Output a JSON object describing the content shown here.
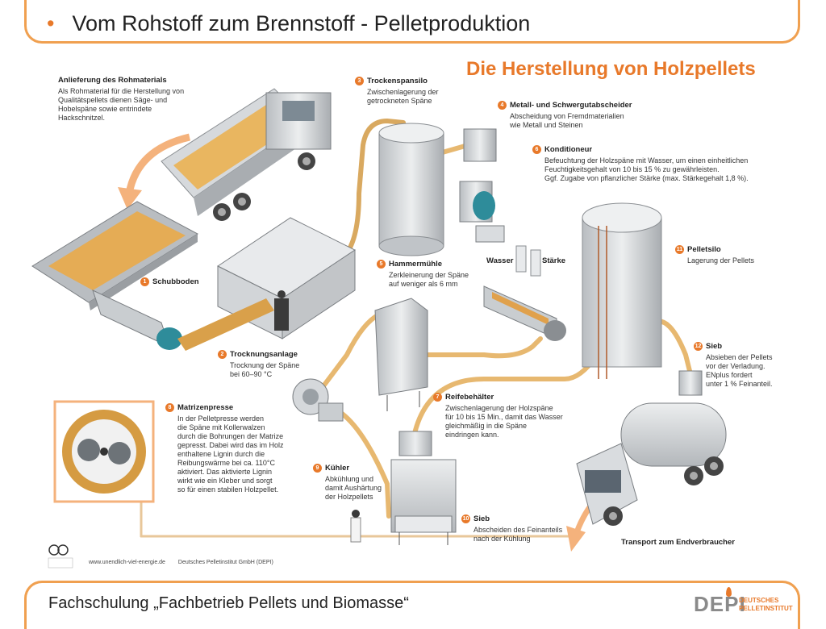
{
  "slide": {
    "title": "Vom Rohstoff zum Brennstoff - Pelletproduktion",
    "footer": "Fachschulung „Fachbetrieb Pellets und Biomasse“",
    "logo_main": "DEPI",
    "logo_sub": [
      "DEUTSCHES",
      "PELLETINSTITUT"
    ]
  },
  "diagram": {
    "heading": "Die Herstellung von Holzpellets",
    "intro": {
      "title": "Anlieferung des Rohmaterials",
      "lines": [
        "Als Rohmaterial für die Herstellung von",
        "Qualitätspellets dienen Säge- und",
        "Hobelspäne sowie entrindete",
        "Hackschnitzel."
      ]
    },
    "steps": [
      {
        "num": "1",
        "title": "Schubboden",
        "lines": []
      },
      {
        "num": "2",
        "title": "Trocknungsanlage",
        "lines": [
          "Trocknung der Späne",
          "bei 60–90 °C"
        ]
      },
      {
        "num": "3",
        "title": "Trockenspansilo",
        "lines": [
          "Zwischenlagerung der",
          "getrockneten Späne"
        ]
      },
      {
        "num": "4",
        "title": "Metall- und Schwergutabscheider",
        "lines": [
          "Abscheidung von Fremdmaterialien",
          "wie Metall und Steinen"
        ]
      },
      {
        "num": "5",
        "title": "Hammermühle",
        "lines": [
          "Zerkleinerung der Späne",
          "auf weniger als 6 mm"
        ]
      },
      {
        "num": "6",
        "title": "Konditioneur",
        "lines": [
          "Befeuchtung der Holzspäne mit Wasser, um einen einheitlichen",
          "Feuchtigkeitsgehalt von 10 bis 15 % zu gewährleisten.",
          "Ggf. Zugabe von pflanzlicher Stärke (max. Stärkegehalt 1,8 %)."
        ]
      },
      {
        "num": "7",
        "title": "Reifebehälter",
        "lines": [
          "Zwischenlagerung der Holzspäne",
          "für 10 bis 15 Min., damit das Wasser",
          "gleichmäßig in die Späne",
          "eindringen kann."
        ]
      },
      {
        "num": "8",
        "title": "Matrizenpresse",
        "lines": [
          "In der Pelletpresse werden",
          "die Späne mit Kollerwalzen",
          "durch die Bohrungen der Matrize",
          "gepresst. Dabei wird das im Holz",
          "enthaltene Lignin durch die",
          "Reibungswärme bei ca. 110°C",
          "aktiviert. Das aktivierte Lignin",
          "wirkt wie ein Kleber und sorgt",
          "so für einen stabilen Holzpellet."
        ]
      },
      {
        "num": "9",
        "title": "Kühler",
        "lines": [
          "Abkühlung und",
          "damit Aushärtung",
          "der Holzpellets"
        ]
      },
      {
        "num": "10",
        "title": "Sieb",
        "lines": [
          "Abscheiden des Feinanteils",
          "nach der Kühlung"
        ]
      },
      {
        "num": "11",
        "title": "Pelletsilo",
        "lines": [
          "Lagerung der Pellets"
        ]
      },
      {
        "num": "12",
        "title": "Sieb",
        "lines": [
          "Absieben der Pellets",
          "vor der Verladung.",
          "ENplus fordert",
          "unter 1 % Feinanteil."
        ]
      }
    ],
    "labels": {
      "wasser": "Wasser",
      "staerke": "Stärke",
      "transport": "Transport zum Endverbraucher"
    },
    "credits": {
      "url": "www.unendlich-viel-energie.de",
      "institute": "Deutsches Pelletinstitut GmbH (DEPI)"
    }
  },
  "colors": {
    "accent": "#e8792a",
    "frame": "#f0a050",
    "machine": "#c9cdd0",
    "pipe": "#e7b870"
  }
}
